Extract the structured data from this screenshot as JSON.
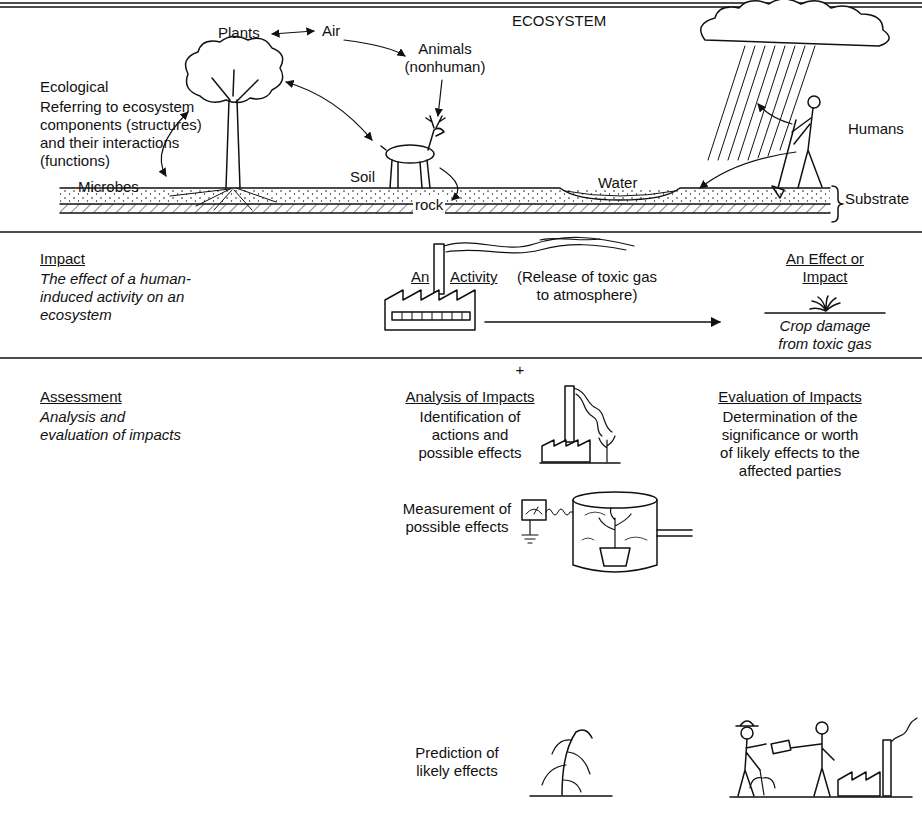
{
  "diagram": {
    "labels": [
      "ECOSYSTEM",
      "Ecological",
      "Referring to ecosystem components (structures) and their interactions (functions)",
      "Plants",
      "Air",
      "Animals (nonhuman)",
      "Humans",
      "Microbes",
      "Soil",
      "Water",
      "rock",
      "Substrate",
      "Impact",
      "The effect of a human-induced activity on an ecosystem",
      "An",
      "Activity",
      "(Release of toxic gas to atmosphere)",
      "An Effect or Impact",
      "Crop damage from toxic gas",
      "Assessment",
      "Analysis and evaluation of impacts",
      "+",
      "Analysis of Impacts",
      "Identification of actions and possible effects",
      "Evaluation of Impacts",
      "Determination of the significance or worth of likely effects to the affected parties",
      "Measurement of possible effects",
      "Prediction of likely effects"
    ]
  }
}
